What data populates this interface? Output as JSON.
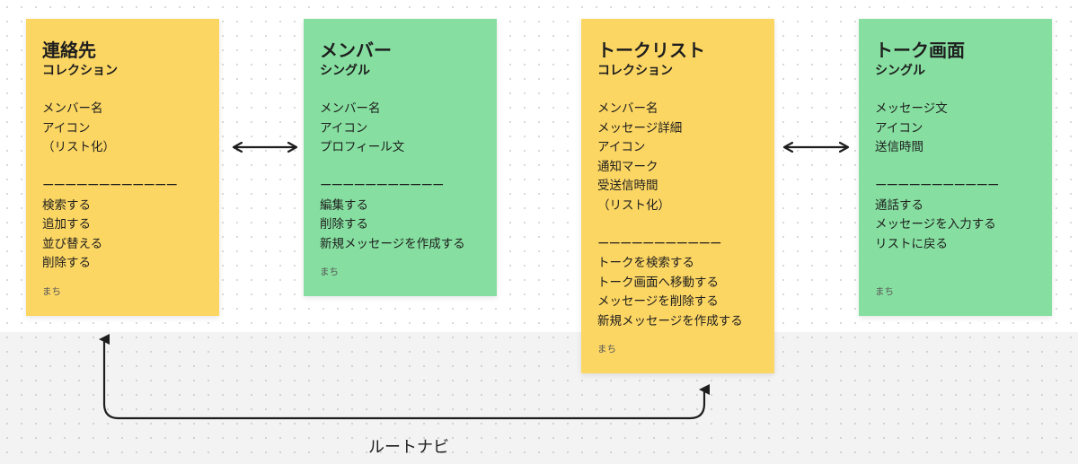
{
  "notes": {
    "contacts": {
      "title": "連絡先",
      "subtitle": "コレクション",
      "items": [
        "メンバー名",
        "アイコン",
        "（リスト化）"
      ],
      "separator": "ーーーーーーーーーーーー",
      "actions": [
        "検索する",
        "追加する",
        "並び替える",
        "削除する"
      ],
      "author": "まち"
    },
    "member": {
      "title": "メンバー",
      "subtitle": "シングル",
      "items": [
        "メンバー名",
        "アイコン",
        "プロフィール文"
      ],
      "separator": "ーーーーーーーーーーー",
      "actions": [
        "編集する",
        "削除する",
        "新規メッセージを作成する"
      ],
      "author": "まち"
    },
    "talk_list": {
      "title": "トークリスト",
      "subtitle": "コレクション",
      "items": [
        "メンバー名",
        "メッセージ詳細",
        "アイコン",
        "通知マーク",
        "受送信時間",
        "（リスト化）"
      ],
      "separator": "ーーーーーーーーーーー",
      "actions": [
        "トークを検索する",
        "トーク画面へ移動する",
        "メッセージを削除する",
        "新規メッセージを作成する"
      ],
      "author": "まち"
    },
    "talk_screen": {
      "title": "トーク画面",
      "subtitle": "シングル",
      "items": [
        "メッセージ文",
        "アイコン",
        "送信時間"
      ],
      "separator": "ーーーーーーーーーーー",
      "actions": [
        "通話する",
        "メッセージを入力する",
        "リストに戻る"
      ],
      "author": "まち"
    }
  },
  "connector_label": "ルートナビ",
  "colors": {
    "collection_note": "#fcd663",
    "single_note": "#86dfa0",
    "arrow": "#1e1e1e"
  }
}
